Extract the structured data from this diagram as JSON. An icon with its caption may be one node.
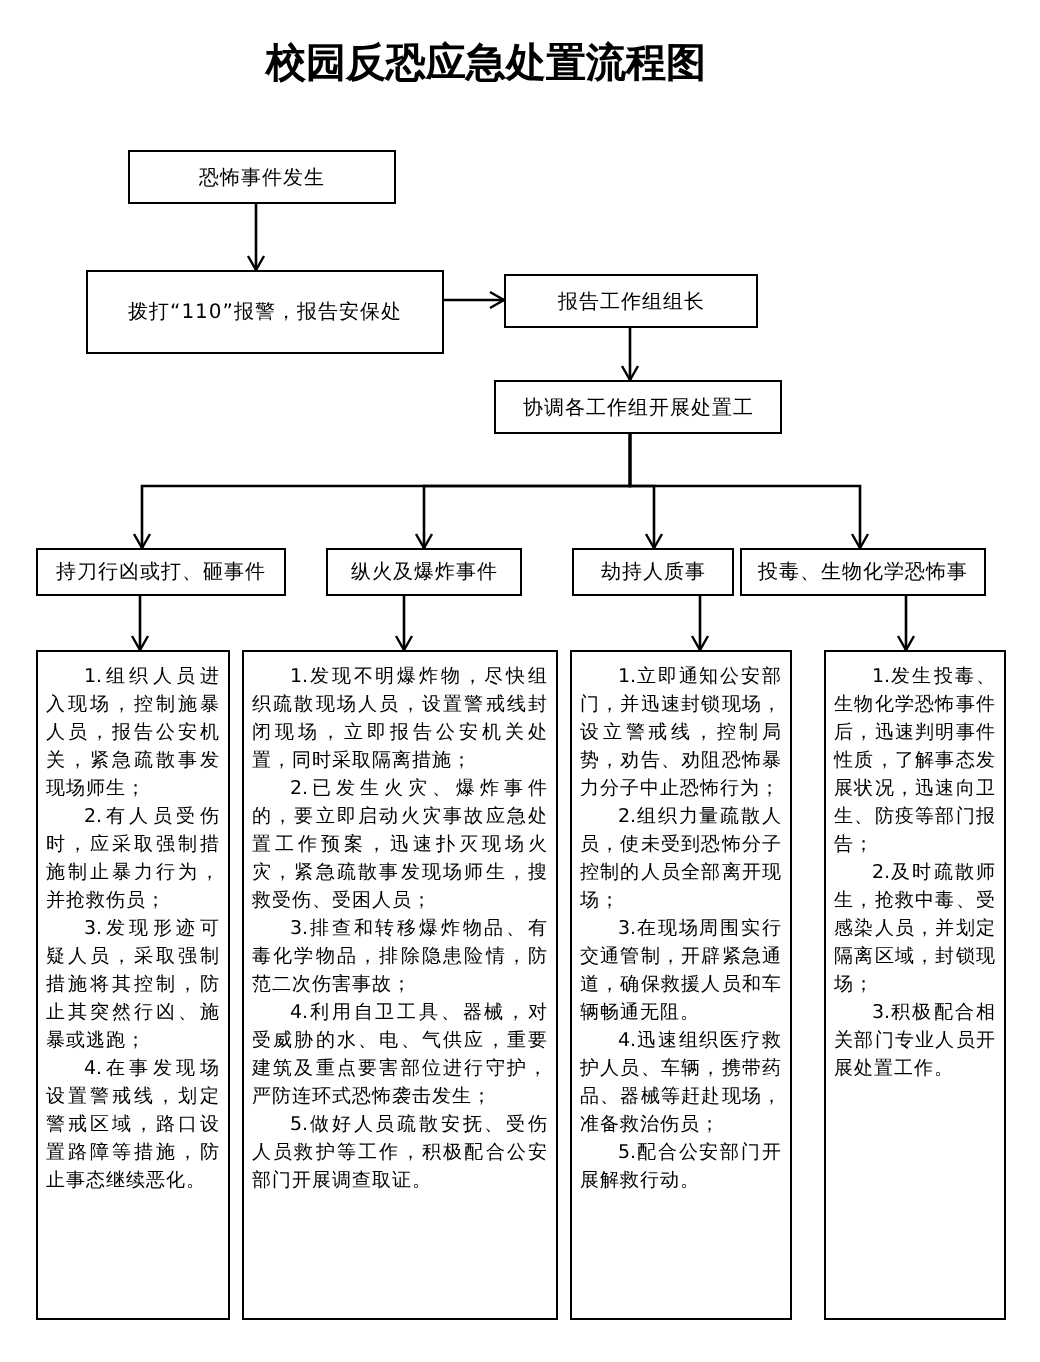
{
  "diagram": {
    "title": "校园反恐应急处置流程图",
    "nodes": [
      {
        "text": [
          "恐怖事件发生"
        ]
      },
      {
        "text": [
          "拨打“110”报警，报告安保处"
        ]
      },
      {
        "text": [
          "报告工作组组长"
        ]
      },
      {
        "text": [
          "协调各工作组开展处置工"
        ]
      },
      {
        "text": [
          "持刀行凶或打、砸事件"
        ]
      },
      {
        "text": [
          "纵火及爆炸事件"
        ]
      },
      {
        "text": [
          "劫持人质事"
        ]
      },
      {
        "text": [
          "投毒、生物化学恐怖事"
        ]
      },
      {
        "text": [
          "1.组织人员进入现场，控制施暴人员，报告公安机关，紧急疏散事发现场师生；",
          "2.有人员受伤时，应采取强制措施制止暴力行为，并抢救伤员；",
          "3.发现形迹可疑人员，采取强制措施将其控制，防止其突然行凶、施暴或逃跑；",
          "4.在事发现场设置警戒线，划定警戒区域，路口设置路障等措施，防止事态继续恶化。"
        ]
      },
      {
        "text": [
          "1.发现不明爆炸物，尽快组织疏散现场人员，设置警戒线封闭现场，立即报告公安机关处置，同时采取隔离措施；",
          "2.已发生火灾、爆炸事件的，要立即启动火灾事故应急处置工作预案，迅速扑灭现场火灾，紧急疏散事发现场师生，搜救受伤、受困人员；",
          "3.排查和转移爆炸物品、有毒化学物品，排除隐患险情，防范二次伤害事故；",
          "4.利用自卫工具、器械，对受威胁的水、电、气供应，重要建筑及重点要害部位进行守护，严防连环式恐怖袭击发生；",
          "5.做好人员疏散安抚、受伤人员救护等工作，积极配合公安部门开展调查取证。"
        ]
      },
      {
        "text": [
          "1.立即通知公安部门，并迅速封锁现场，设立警戒线，控制局势，劝告、劝阻恐怖暴力分子中止恐怖行为；",
          "2.组织力量疏散人员，使未受到恐怖分子控制的人员全部离开现场；",
          "3.在现场周围实行交通管制，开辟紧急通道，确保救援人员和车辆畅通无阻。",
          "4.迅速组织医疗救护人员、车辆，携带药品、器械等赶赴现场，准备救治伤员；",
          "5.配合公安部门开展解救行动。"
        ]
      },
      {
        "text": [
          "1.发生投毒、生物化学恐怖事件后，迅速判明事件性质，了解事态发展状况，迅速向卫生、防疫等部门报告；",
          "2.及时疏散师生，抢救中毒、受感染人员，并划定隔离区域，封锁现场；",
          "3.积极配合相关部门专业人员开展处置工作。"
        ]
      }
    ],
    "edges": [
      {
        "from": 0,
        "to": 1,
        "arrow": "to"
      },
      {
        "from": 1,
        "to": 2,
        "arrow": "to"
      },
      {
        "from": 2,
        "to": 3,
        "arrow": "to"
      },
      {
        "from": 3,
        "to": 4,
        "arrow": "to"
      },
      {
        "from": 3,
        "to": 5,
        "arrow": "to"
      },
      {
        "from": 3,
        "to": 6,
        "arrow": "to"
      },
      {
        "from": 3,
        "to": 7,
        "arrow": "to"
      },
      {
        "from": 4,
        "to": 8,
        "arrow": "to"
      },
      {
        "from": 5,
        "to": 9,
        "arrow": "to"
      },
      {
        "from": 6,
        "to": 10,
        "arrow": "to"
      },
      {
        "from": 7,
        "to": 11,
        "arrow": "to"
      }
    ]
  }
}
